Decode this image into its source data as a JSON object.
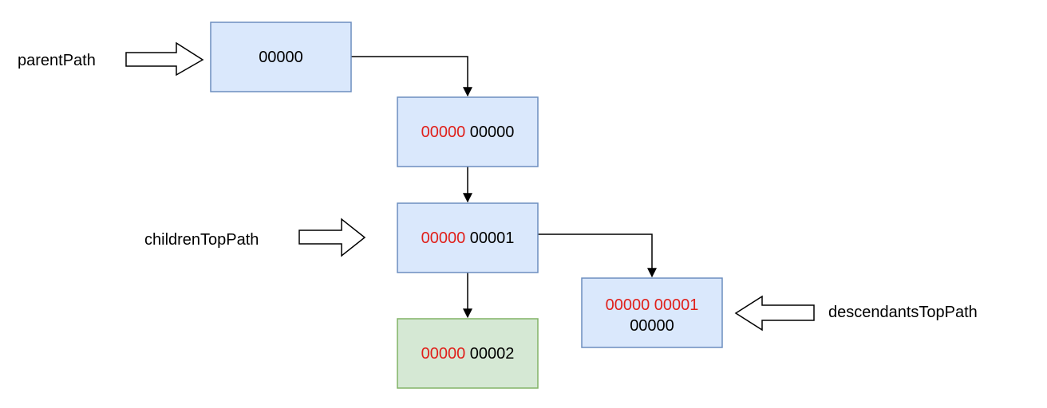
{
  "colors": {
    "node_fill": "#dae8fc",
    "node_stroke": "#6c8ebf",
    "highlight_fill": "#d5e8d4",
    "highlight_stroke": "#82b366",
    "prefix_text": "#e0201b",
    "text": "#000000",
    "arrow": "#000000"
  },
  "nodes": {
    "root": {
      "line1_prefix": "",
      "line1_rest": "00000",
      "line2": ""
    },
    "child0": {
      "line1_prefix": "00000",
      "line1_rest": "00000",
      "line2": ""
    },
    "child1": {
      "line1_prefix": "00000",
      "line1_rest": "00001",
      "line2": ""
    },
    "child2": {
      "line1_prefix": "00000",
      "line1_rest": "00002",
      "line2": ""
    },
    "descendant": {
      "line1_prefix": "00000 00001",
      "line1_rest": "",
      "line2": "00000"
    }
  },
  "labels": {
    "parent_path": "parentPath",
    "children_top_path": "childrenTopPath",
    "descendants_top_path": "descendantsTopPath"
  }
}
